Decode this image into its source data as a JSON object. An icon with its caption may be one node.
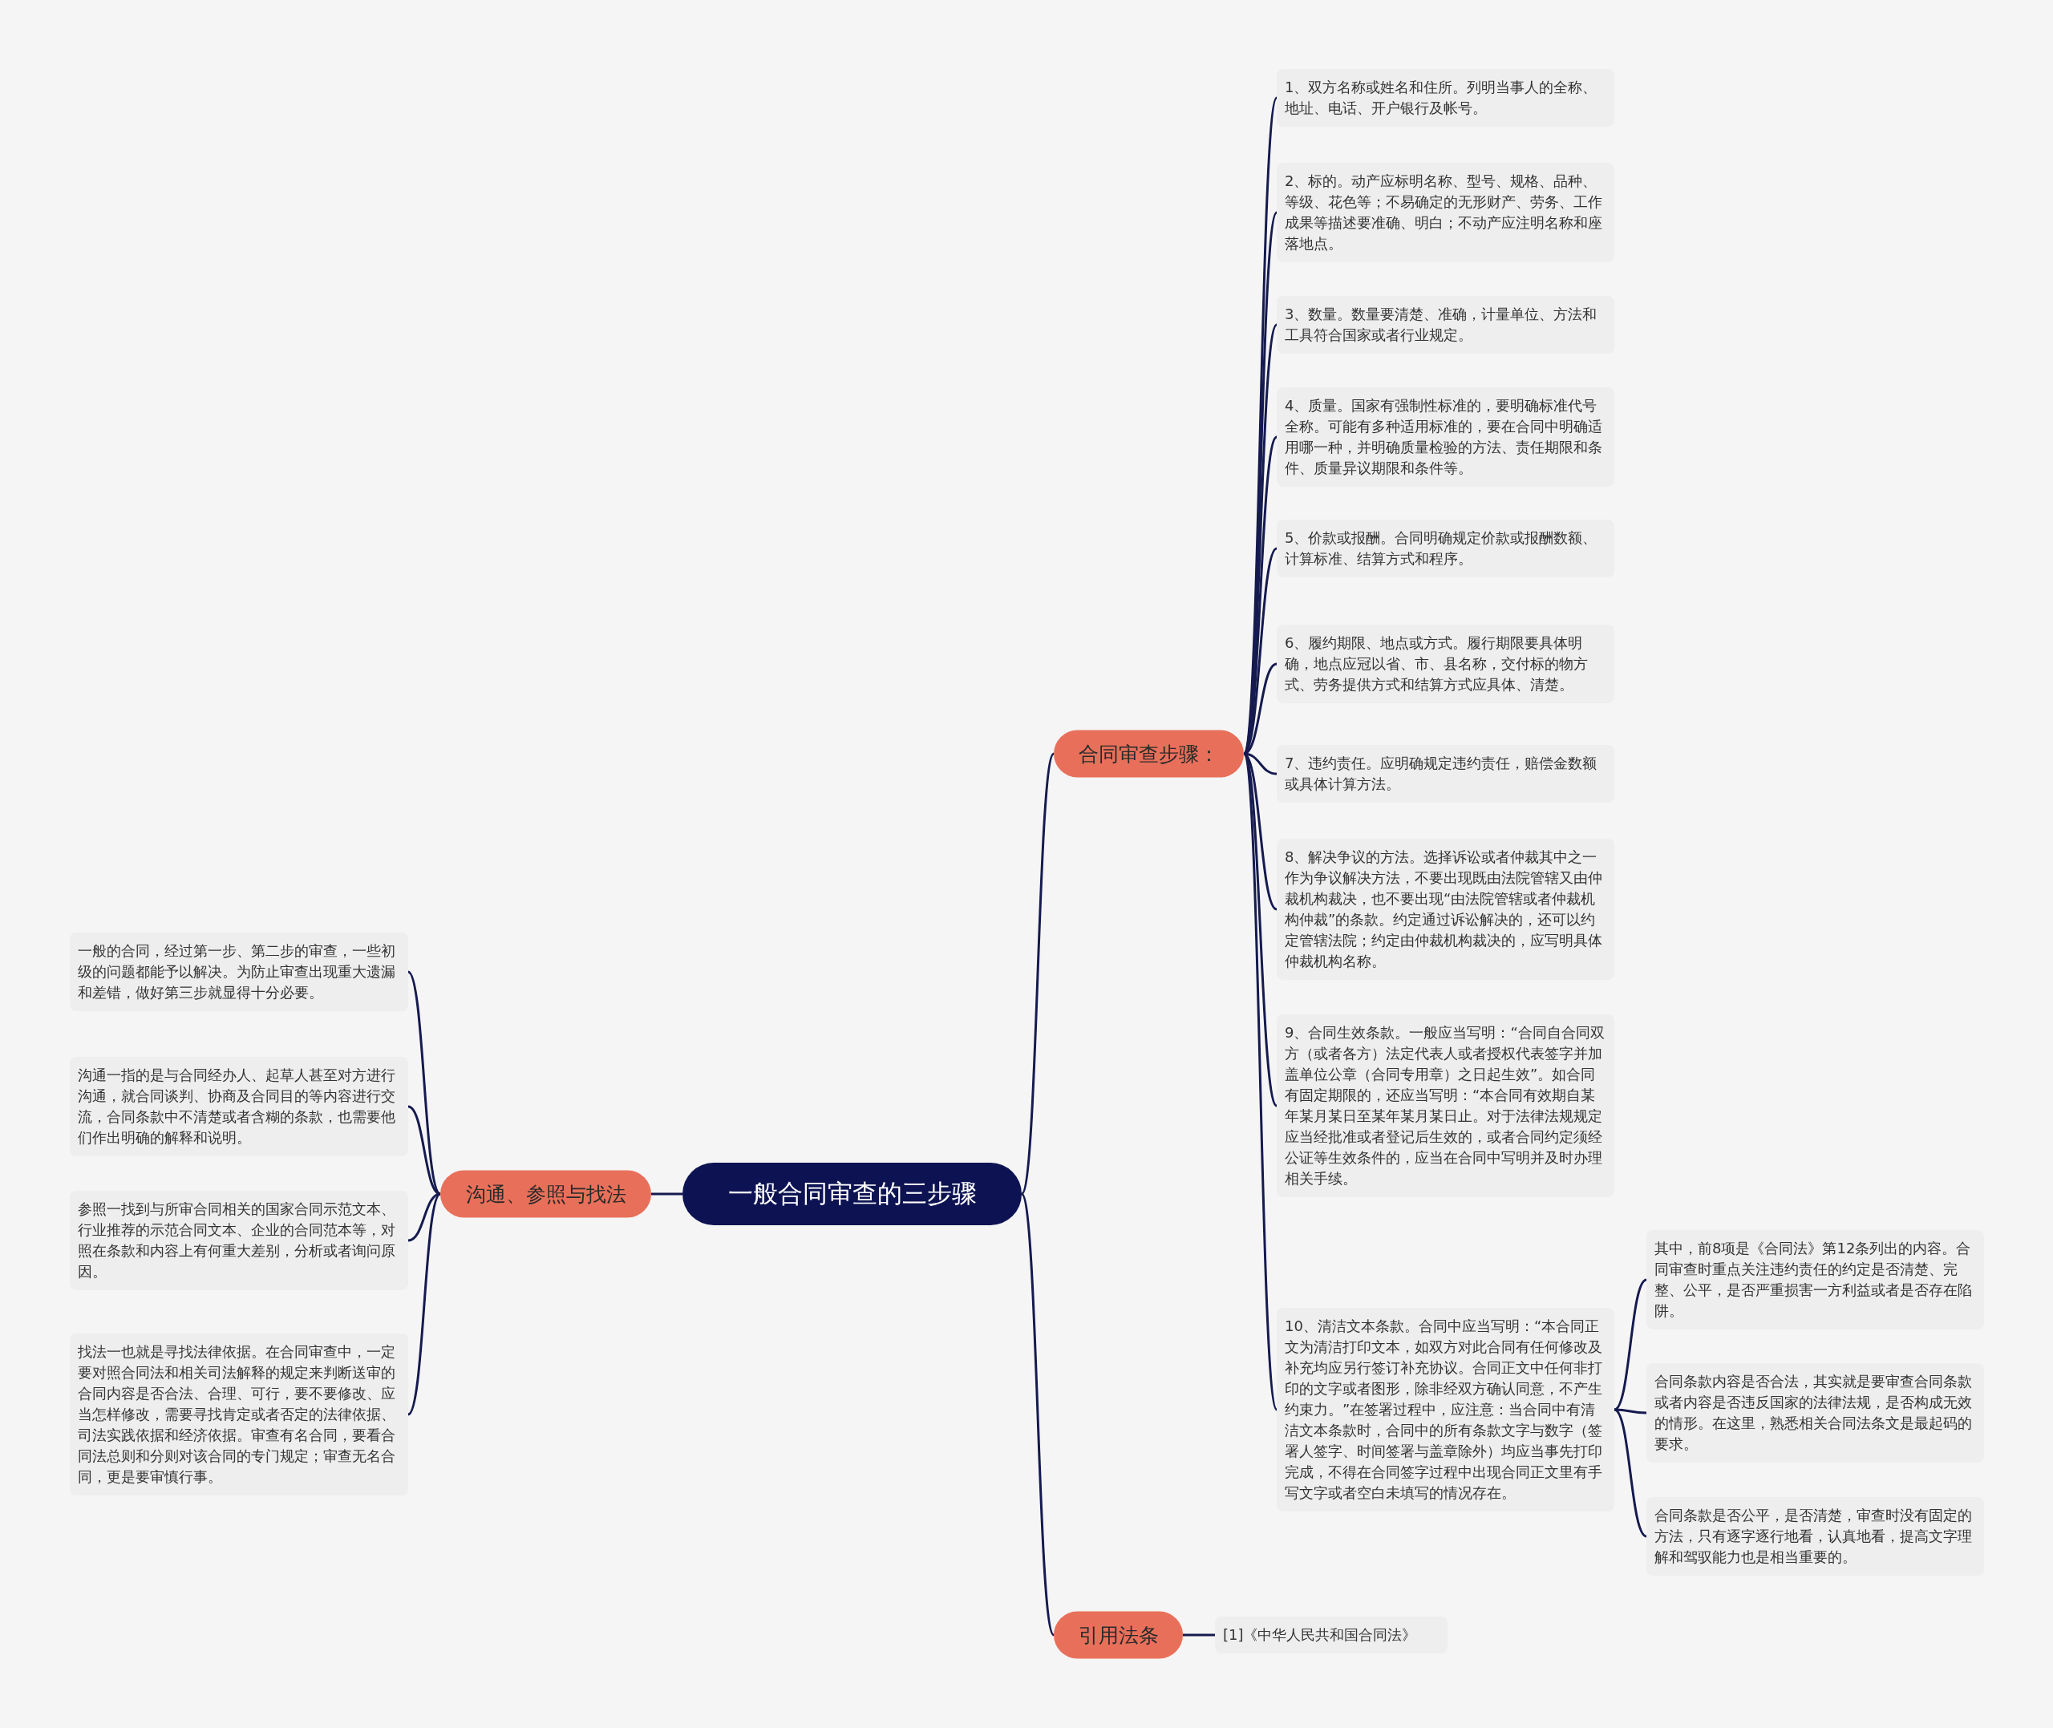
{
  "diagram": {
    "nodes": [
      {
        "text": [
          "一般合同审查的三步骤"
        ]
      },
      {
        "text": [
          "合同审查步骤："
        ]
      },
      {
        "text": [
          "1、双方名称或姓名和住所。列明当事人的全称、地址、电话、开户银行及帐号。"
        ]
      },
      {
        "text": [
          "2、标的。动产应标明名称、型号、规格、品种、等级、花色等；不易确定的无形财产、劳务、工作成果等描述要准确、明白；不动产应注明名称和座落地点。"
        ]
      },
      {
        "text": [
          "3、数量。数量要清楚、准确，计量单位、方法和工具符合国家或者行业规定。"
        ]
      },
      {
        "text": [
          "4、质量。国家有强制性标准的，要明确标准代号全称。可能有多种适用标准的，要在合同中明确适用哪一种，并明确质量检验的方法、责任期限和条件、质量异议期限和条件等。"
        ]
      },
      {
        "text": [
          "5、价款或报酬。合同明确规定价款或报酬数额、计算标准、结算方式和程序。"
        ]
      },
      {
        "text": [
          "6、履约期限、地点或方式。履行期限要具体明确，地点应冠以省、市、县名称，交付标的物方式、劳务提供方式和结算方式应具体、清楚。"
        ]
      },
      {
        "text": [
          "7、违约责任。应明确规定违约责任，赔偿金数额或具体计算方法。"
        ]
      },
      {
        "text": [
          "8、解决争议的方法。选择诉讼或者仲裁其中之一作为争议解决方法，不要出现既由法院管辖又由仲裁机构裁决，也不要出现“由法院管辖或者仲裁机构仲裁”的条款。约定通过诉讼解决的，还可以约定管辖法院；约定由仲裁机构裁决的，应写明具体仲裁机构名称。"
        ]
      },
      {
        "text": [
          "9、合同生效条款。一般应当写明：“合同自合同双方（或者各方）法定代表人或者授权代表签字并加盖单位公章（合同专用章）之日起生效”。如合同有固定期限的，还应当写明：“本合同有效期自某年某月某日至某年某月某日止。对于法律法规规定应当经批准或者登记后生效的，或者合同约定须经公证等生效条件的，应当在合同中写明并及时办理相关手续。"
        ]
      },
      {
        "text": [
          "10、清洁文本条款。合同中应当写明：“本合同正文为清洁打印文本，如双方对此合同有任何修改及补充均应另行签订补充协议。合同正文中任何非打印的文字或者图形，除非经双方确认同意，不产生约束力。”在签署过程中，应注意：当合同中有清洁文本条款时，合同中的所有条款文字与数字（签署人签字、时间签署与盖章除外）均应当事先打印完成，不得在合同签字过程中出现合同正文里有手写文字或者空白未填写的情况存在。"
        ]
      },
      {
        "text": [
          "其中，前8项是《合同法》第12条列出的内容。合同审查时重点关注违约责任的约定是否清楚、完整、公平，是否严重损害一方利益或者是否存在陷阱。"
        ]
      },
      {
        "text": [
          "合同条款内容是否合法，其实就是要审查合同条款或者内容是否违反国家的法律法规，是否构成无效的情形。在这里，熟悉相关合同法条文是最起码的要求。"
        ]
      },
      {
        "text": [
          "合同条款是否公平，是否清楚，审查时没有固定的方法，只有逐字逐行地看，认真地看，提高文字理解和驾驭能力也是相当重要的。"
        ]
      },
      {
        "text": [
          "沟通、参照与找法"
        ]
      },
      {
        "text": [
          "一般的合同，经过第一步、第二步的审查，一些初级的问题都能予以解决。为防止审查出现重大遗漏和差错，做好第三步就显得十分必要。"
        ]
      },
      {
        "text": [
          "沟通一指的是与合同经办人、起草人甚至对方进行沟通，就合同谈判、协商及合同目的等内容进行交流，合同条款中不清楚或者含糊的条款，也需要他们作出明确的解释和说明。"
        ]
      },
      {
        "text": [
          "参照一找到与所审合同相关的国家合同示范文本、行业推荐的示范合同文本、企业的合同范本等，对照在条款和内容上有何重大差别，分析或者询问原因。"
        ]
      },
      {
        "text": [
          "找法一也就是寻找法律依据。在合同审查中，一定要对照合同法和相关司法解释的规定来判断送审的合同内容是否合法、合理、可行，要不要修改、应当怎样修改，需要寻找肯定或者否定的法律依据、司法实践依据和经济依据。审查有名合同，要看合同法总则和分则对该合同的专门规定；审查无名合同，更是要审慎行事。"
        ]
      },
      {
        "text": [
          "引用法条"
        ]
      },
      {
        "text": [
          "[1]《中华人民共和国合同法》"
        ]
      }
    ],
    "edges": [
      {
        "from": 0,
        "to": 1,
        "arrow": "none"
      },
      {
        "from": 1,
        "to": 2,
        "arrow": "none"
      },
      {
        "from": 1,
        "to": 3,
        "arrow": "none"
      },
      {
        "from": 1,
        "to": 4,
        "arrow": "none"
      },
      {
        "from": 1,
        "to": 5,
        "arrow": "none"
      },
      {
        "from": 1,
        "to": 6,
        "arrow": "none"
      },
      {
        "from": 1,
        "to": 7,
        "arrow": "none"
      },
      {
        "from": 1,
        "to": 8,
        "arrow": "none"
      },
      {
        "from": 1,
        "to": 9,
        "arrow": "none"
      },
      {
        "from": 1,
        "to": 10,
        "arrow": "none"
      },
      {
        "from": 1,
        "to": 11,
        "arrow": "none"
      },
      {
        "from": 11,
        "to": 12,
        "arrow": "none"
      },
      {
        "from": 11,
        "to": 13,
        "arrow": "none"
      },
      {
        "from": 11,
        "to": 14,
        "arrow": "none"
      },
      {
        "from": 0,
        "to": 15,
        "arrow": "none"
      },
      {
        "from": 15,
        "to": 16,
        "arrow": "none"
      },
      {
        "from": 15,
        "to": 17,
        "arrow": "none"
      },
      {
        "from": 15,
        "to": 18,
        "arrow": "none"
      },
      {
        "from": 15,
        "to": 19,
        "arrow": "none"
      },
      {
        "from": 0,
        "to": 20,
        "arrow": "none"
      },
      {
        "from": 20,
        "to": 21,
        "arrow": "none"
      }
    ]
  }
}
